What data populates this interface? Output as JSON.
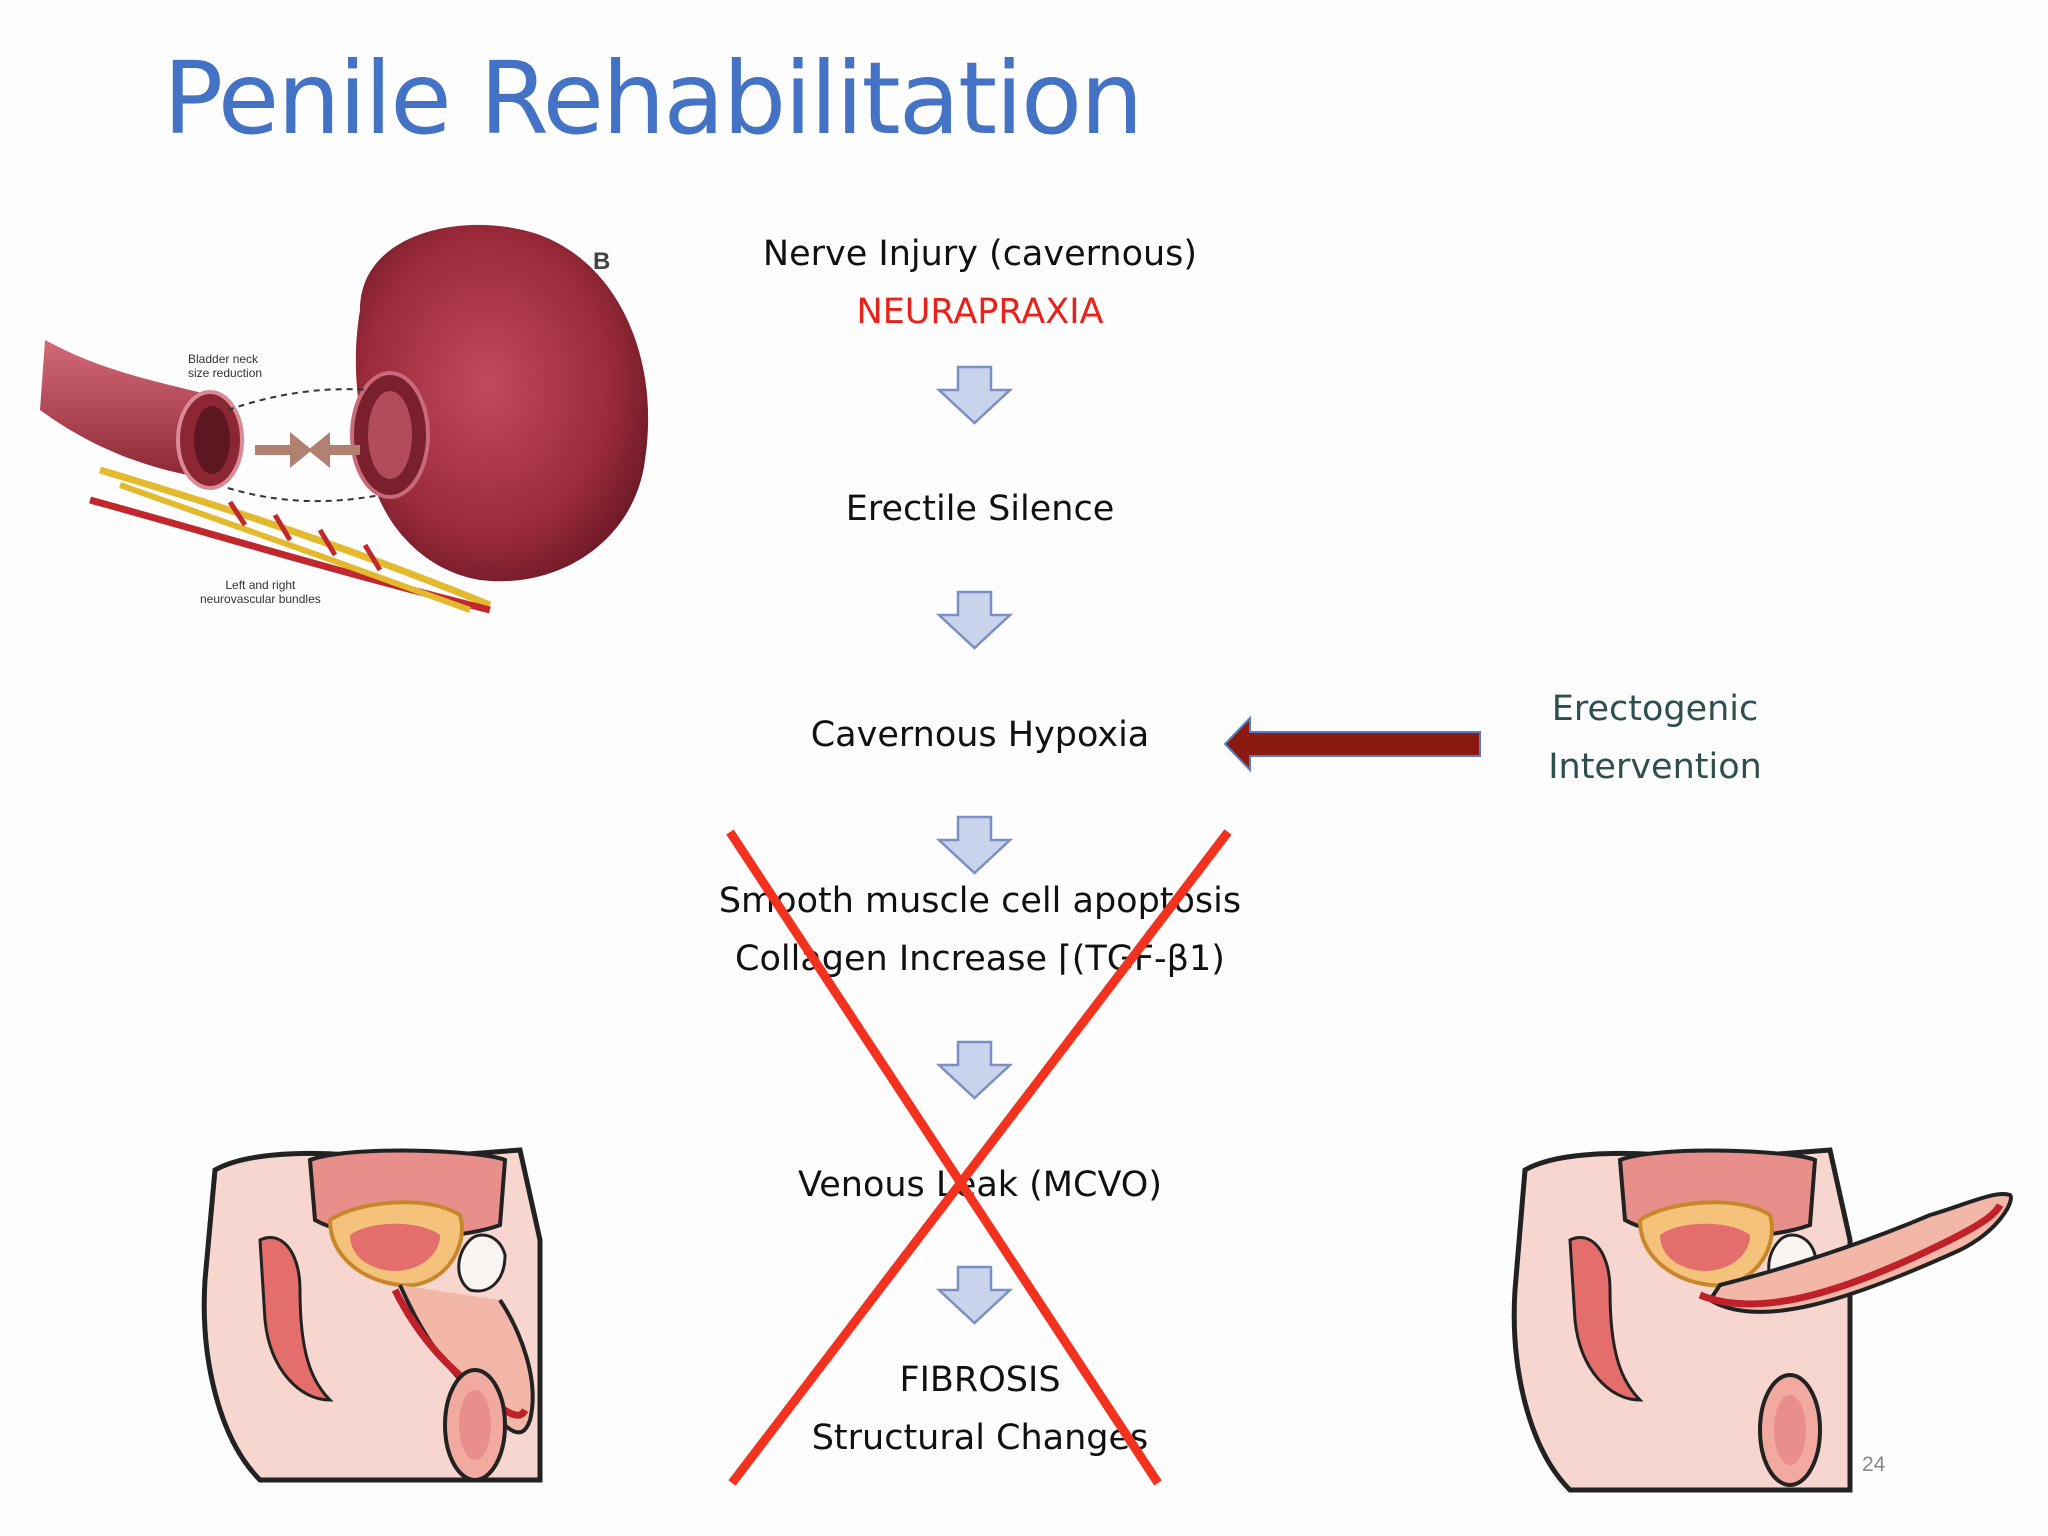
{
  "slide": {
    "title": "Penile Rehabilitation",
    "page_number": "24"
  },
  "flow": {
    "step1_line1": "Nerve  Injury (cavernous)",
    "step1_line2": "NEURAPRAXIA",
    "step2": "Erectile Silence",
    "step3": "Cavernous Hypoxia",
    "step4_line1": "Smooth muscle cell apoptosis",
    "step4_line2": "Collagen  Increase  ⌈(TGF-β1)",
    "step5": "Venous Leak (MCVO)",
    "step6_line1": "FIBROSIS",
    "step6_line2": "Structural Changes"
  },
  "intervention": {
    "line1": "Erectogenic",
    "line2": "Intervention"
  },
  "bladder_figure": {
    "panel_letter": "B",
    "label_neck": [
      "Bladder neck",
      "size reduction"
    ],
    "label_bundles": [
      "Left and right",
      "neurovascular bundles"
    ]
  },
  "colors": {
    "title": "#4472c4",
    "accent_red": "#e8211a",
    "intervention_arrow": "#8b1a10",
    "flow_arrow_fill": "#c9d3ec",
    "flow_arrow_stroke": "#7c8fc4",
    "intervention_text": "#2f4f4f"
  }
}
